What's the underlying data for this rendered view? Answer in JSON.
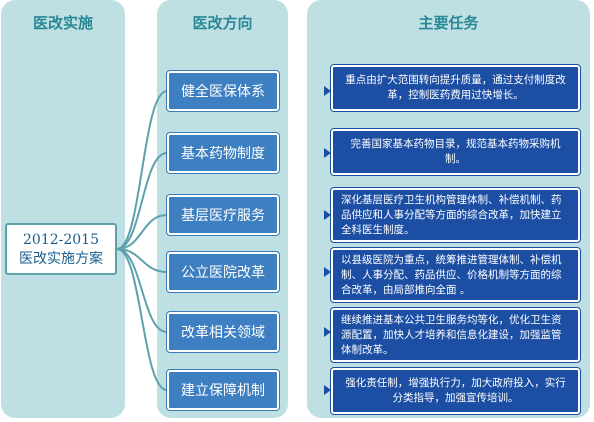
{
  "columns": {
    "col1_title": "医改实施",
    "col2_title": "医改方向",
    "col3_title": "主要任务"
  },
  "center": {
    "line1": "2012-2015",
    "line2": "医改实施方案"
  },
  "directions": [
    "健全医保体系",
    "基本药物制度",
    "基层医疗服务",
    "公立医院改革",
    "改革相关领域",
    "建立保障机制"
  ],
  "tasks": [
    "重点由扩大范围转向提升质量，通过支付制度改革，控制医药费用过快增长。",
    "完善国家基本药物目录，规范基本药物采购机制。",
    "深化基层医疗卫生机构管理体制、补偿机制、药品供应和人事分配等方面的综合改革，加快建立全科医生制度。",
    "以县级医院为重点，统筹推进管理体制、补偿机制、人事分配、药品供应、价格机制等方面的综合改革，由局部推向全面 。",
    "继续推进基本公共卫生服务均等化，优化卫生资源配置，加快人才培养和信息化建设，加强监管体制改革。",
    "强化责任制，增强执行力，加大政府投入，实行分类指导，加强宣传培训。"
  ],
  "colors": {
    "column_bg": "#bfe0e3",
    "title_text": "#2a8896",
    "direction_box": "#3d7fc0",
    "task_box": "#1c4fa4",
    "link_line": "#5da1ad"
  }
}
